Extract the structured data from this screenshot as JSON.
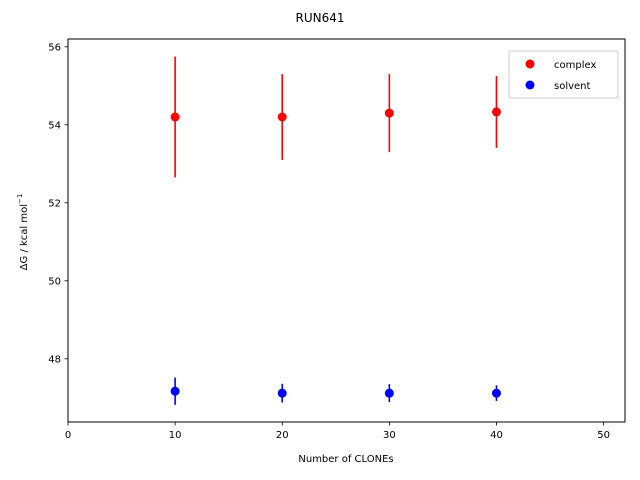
{
  "chart_data": {
    "type": "scatter",
    "title": "RUN641",
    "xlabel": "Number of CLONEs",
    "ylabel": "ΔG / kcal mol",
    "ylabel_sup": "−1",
    "xlim": [
      0,
      52
    ],
    "ylim": [
      46.38,
      56.2
    ],
    "xticks": [
      0,
      10,
      20,
      30,
      40,
      50
    ],
    "yticks": [
      48,
      50,
      52,
      54,
      56
    ],
    "grid": false,
    "legend_position": "top-right",
    "series": [
      {
        "name": "complex",
        "color": "#ff0000",
        "x": [
          10,
          20,
          30,
          40
        ],
        "y": [
          54.2,
          54.2,
          54.3,
          54.33
        ],
        "err": [
          1.55,
          1.1,
          1.0,
          0.92
        ]
      },
      {
        "name": "solvent",
        "color": "#0000ff",
        "x": [
          10,
          20,
          30,
          40
        ],
        "y": [
          47.17,
          47.12,
          47.12,
          47.12
        ],
        "err": [
          0.35,
          0.24,
          0.23,
          0.2
        ]
      }
    ]
  }
}
